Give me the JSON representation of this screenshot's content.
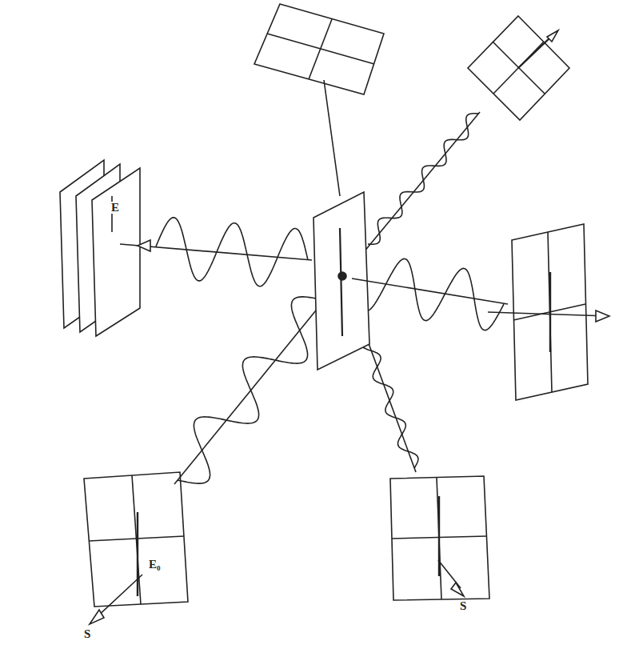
{
  "diagram": {
    "labels": [
      "E",
      "E₀",
      "S",
      "S"
    ]
  }
}
